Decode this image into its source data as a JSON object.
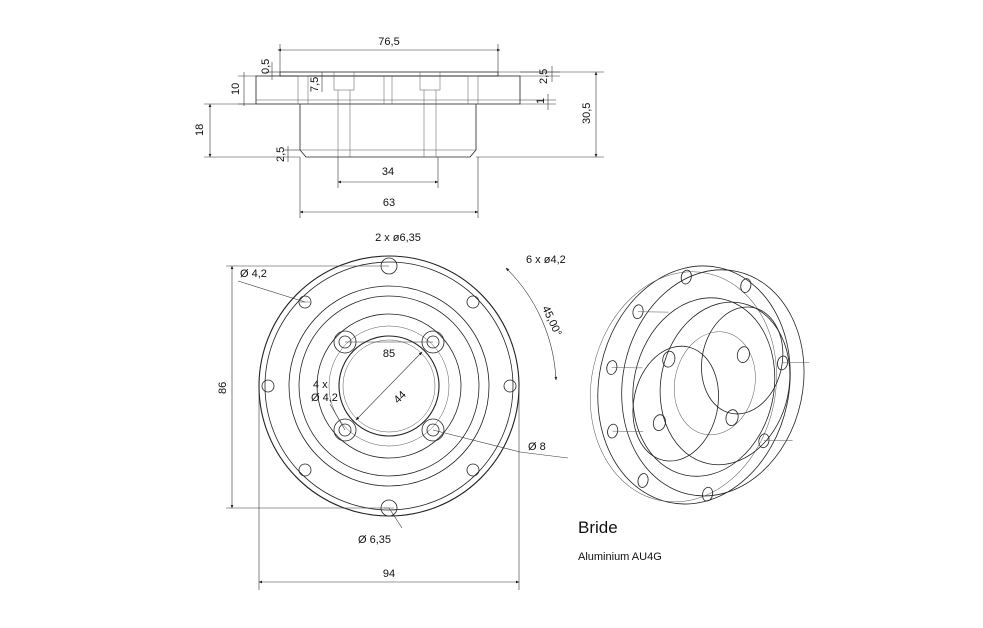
{
  "title_block": {
    "part_name": "Bride",
    "material": "Aluminium AU4G"
  },
  "side_view": {
    "dims": {
      "overall_width": "76,5",
      "lip_top": "0,5",
      "flange_height": "10",
      "boss_offset": "7,5",
      "total_step": "18",
      "bottom_chamfer": "2,5",
      "top_right_chamfer": "2,5",
      "right_step": "1",
      "overall_height": "30,5",
      "inner_width": "34",
      "body_width": "63"
    }
  },
  "front_view": {
    "labels": {
      "top_holes": "2 x ø6,35",
      "hole_left": "Ø 4,2",
      "hole_pattern_count": "4 x",
      "hole_pattern_dia": "Ø 4,2",
      "bolt_circle": "85",
      "bore": "44",
      "counterbore": "Ø 8",
      "bottom_hole": "Ø 6,35",
      "height": "86",
      "width": "94",
      "ring_holes": "6 x ø4,2",
      "angle": "45,00°"
    }
  }
}
